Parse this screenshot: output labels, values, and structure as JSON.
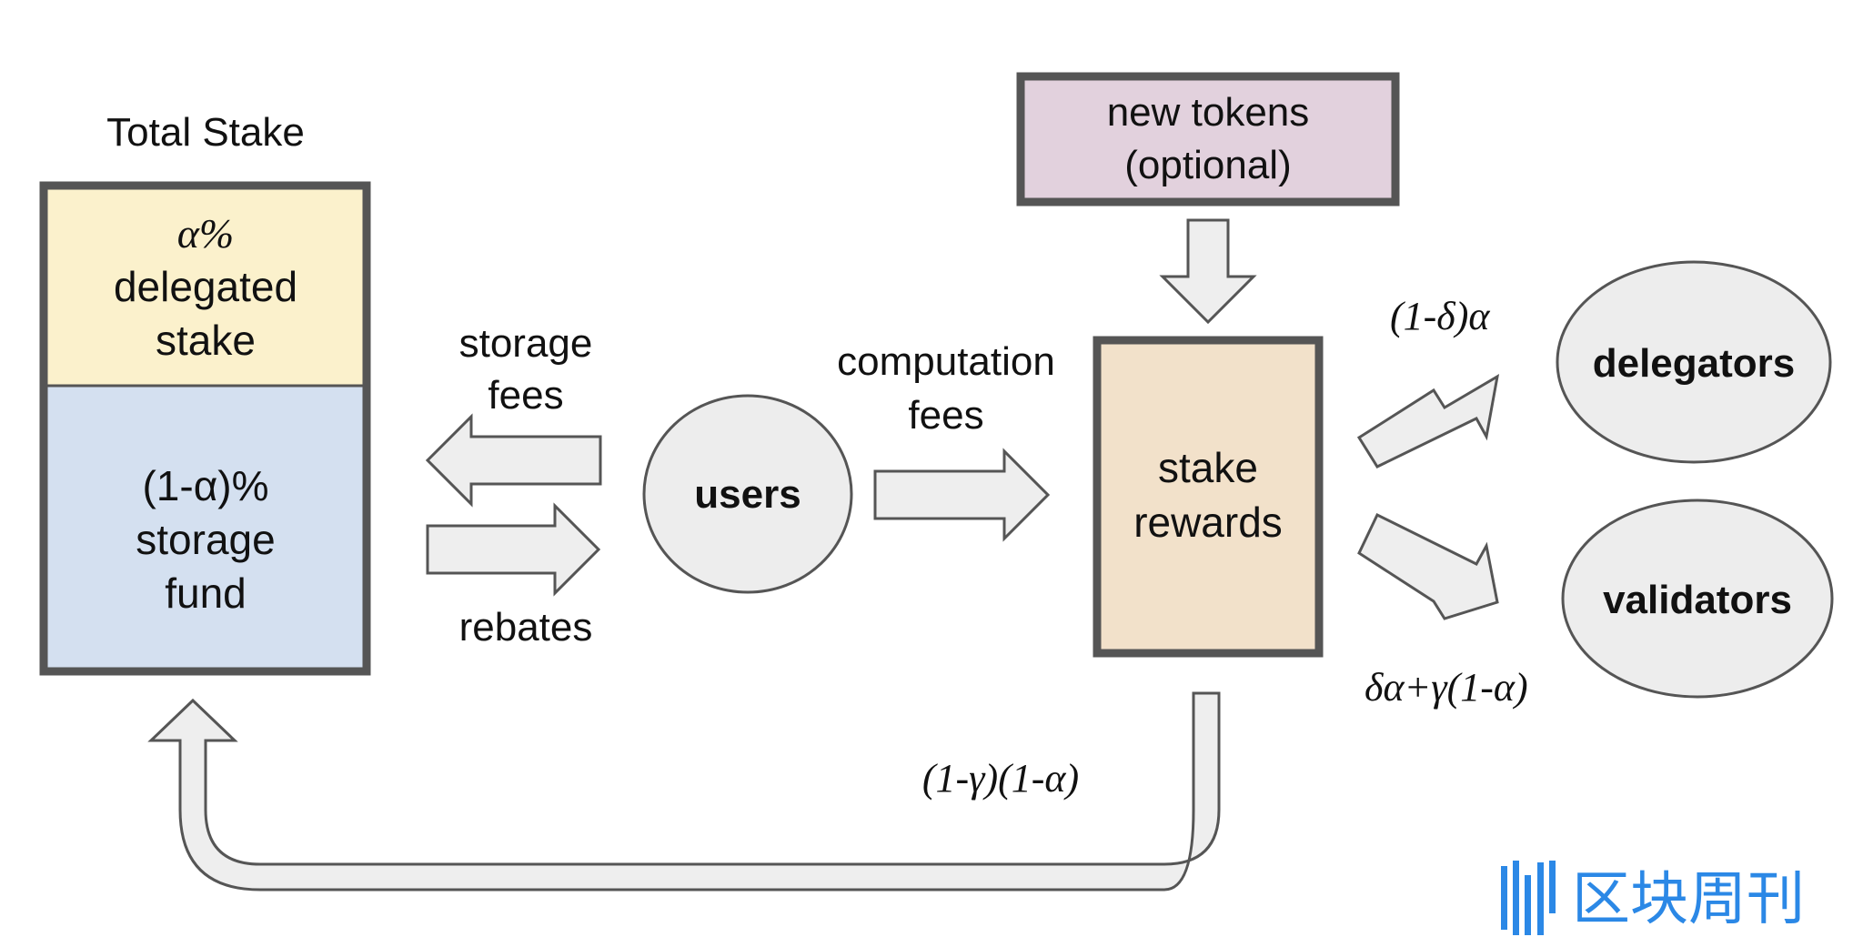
{
  "total_stake": {
    "title": "Total Stake",
    "delegated": [
      "α%",
      "delegated",
      "stake"
    ],
    "storage": [
      "(1-α)%",
      "storage",
      "fund"
    ]
  },
  "flows": {
    "storage_fees": [
      "storage",
      "fees"
    ],
    "rebates": "rebates",
    "computation_fees": [
      "computation",
      "fees"
    ],
    "to_delegators": "(1-δ)α",
    "to_validators": "δα+γ(1-α)",
    "to_storage_fund": "(1-γ)(1-α)"
  },
  "nodes": {
    "users": "users",
    "stake_rewards": [
      "stake",
      "rewards"
    ],
    "new_tokens": [
      "new tokens",
      "(optional)"
    ],
    "delegators": "delegators",
    "validators": "validators"
  },
  "watermark": {
    "text": "区块周刊"
  },
  "colors": {
    "delegated_fill": "#FBF1CC",
    "storage_fill": "#D4E0F0",
    "new_tokens_fill": "#E2D1DD",
    "stake_rewards_fill": "#F2E1CA",
    "node_fill": "#EDEDED",
    "arrow_fill": "#EEEEEE",
    "border": "#555555",
    "watermark": "#2B88E6"
  }
}
